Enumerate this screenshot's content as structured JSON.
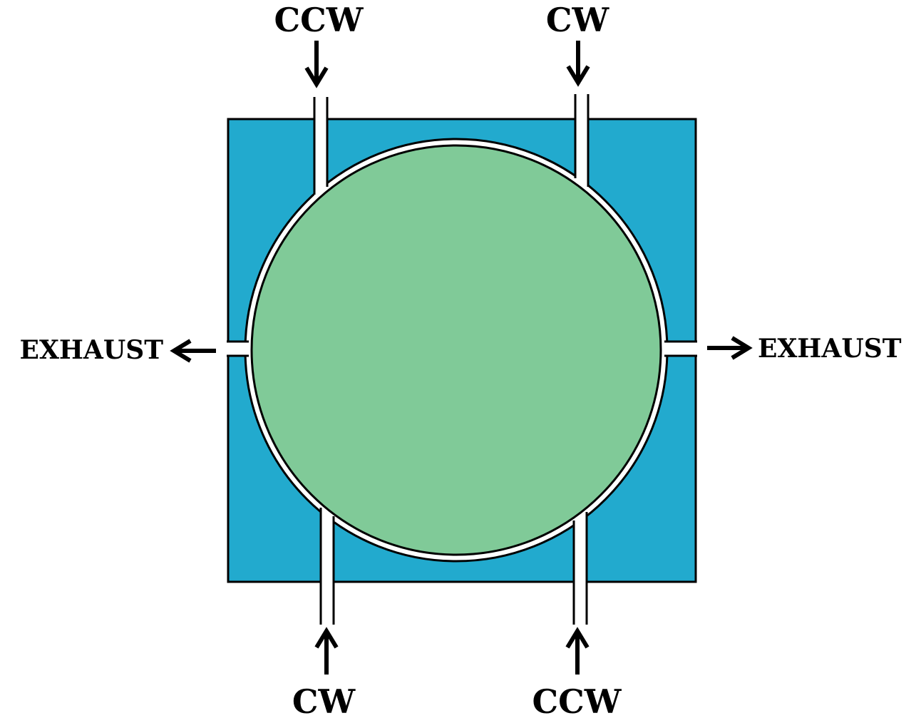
{
  "labels": {
    "top_left": "CCW",
    "top_right": "CW",
    "bottom_left": "CW",
    "bottom_right": "CCW",
    "left": "EXHAUST",
    "right": "EXHAUST"
  },
  "colors": {
    "housing": "#22aace",
    "rotor": "#80ca98",
    "outline": "#000000",
    "channel": "#ffffff"
  }
}
